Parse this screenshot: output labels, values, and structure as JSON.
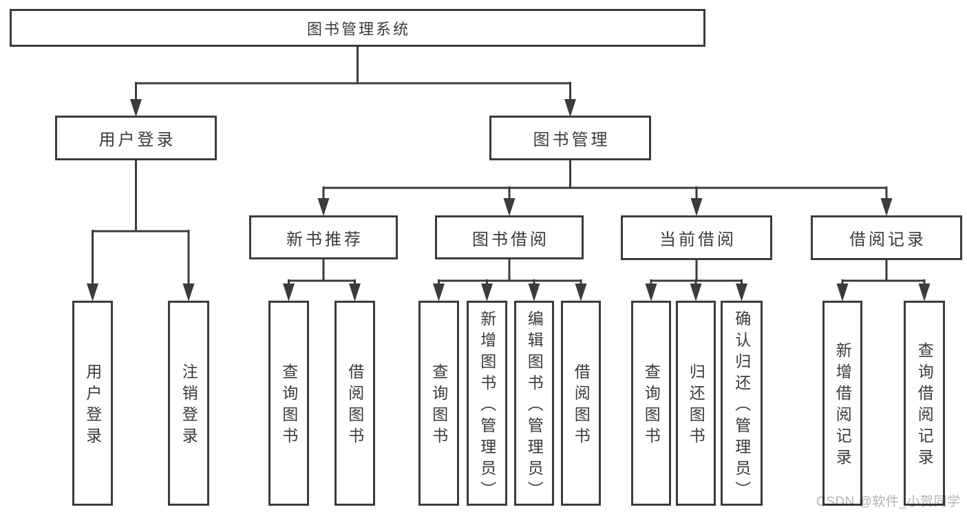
{
  "title": "图书管理系统",
  "watermark": {
    "text": "CSDN @软件_小贺同学",
    "color": "#b3b3b3"
  },
  "colors": {
    "line": "#3b3b3b",
    "text": "#3a3a3a",
    "box_background": "#ffffff",
    "page_background": "#ffffff",
    "watermark": "#b3b3b3"
  },
  "tree": {
    "label": "图书管理系统",
    "children": [
      {
        "label": "用户登录",
        "children": [
          {
            "label": "用户登录"
          },
          {
            "label": "注销登录"
          }
        ]
      },
      {
        "label": "图书管理",
        "children": [
          {
            "label": "新书推荐",
            "children": [
              {
                "label": "查询图书"
              },
              {
                "label": "借阅图书"
              }
            ]
          },
          {
            "label": "图书借阅",
            "children": [
              {
                "label": "查询图书"
              },
              {
                "label": "新增图书（管理员）"
              },
              {
                "label": "编辑图书（管理员）"
              },
              {
                "label": "借阅图书"
              }
            ]
          },
          {
            "label": "当前借阅",
            "children": [
              {
                "label": "查询图书"
              },
              {
                "label": "归还图书"
              },
              {
                "label": "确认归还（管理员）"
              }
            ]
          },
          {
            "label": "借阅记录",
            "children": [
              {
                "label": "新增借阅记录"
              },
              {
                "label": "查询借阅记录"
              }
            ]
          }
        ]
      }
    ]
  }
}
